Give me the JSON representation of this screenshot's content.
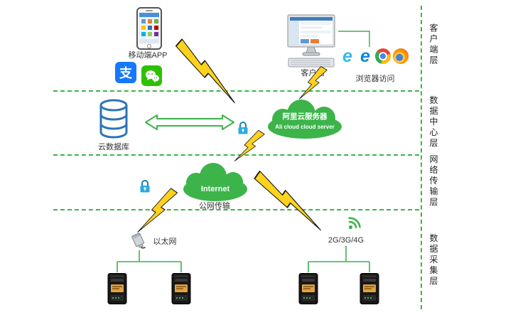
{
  "colors": {
    "green": "#3cb44a",
    "bolt_yellow": "#ffd21e",
    "db_blue": "#2e75b6",
    "lock_teal": "#29abe2",
    "alipay_blue": "#1677ff",
    "wechat_green": "#2dc100"
  },
  "client_layer": {
    "mobile_app_label": "移动端APP",
    "client_label": "客户端",
    "browser_label": "浏览器访问"
  },
  "data_center_layer": {
    "cloud_db_label": "云数据库",
    "ali_cloud_line1": "阿里云服务器",
    "ali_cloud_line2": "Ali cloud  cloud server"
  },
  "network_layer": {
    "internet_label": "Internet",
    "public_net_label": "公网传输"
  },
  "acquisition_layer": {
    "ethernet_label": "以太网",
    "cellular_label": "2G/3G/4G"
  },
  "layer_labels": [
    {
      "label": "客户端层"
    },
    {
      "label": "数据中心层"
    },
    {
      "label": "网络传输层"
    },
    {
      "label": "数据采集层"
    }
  ],
  "icons": {
    "smartphone": "phone-outline",
    "alipay": "支",
    "wechat": "chat-bubbles",
    "desktop": "monitor-keyboard",
    "ie": "e",
    "edge": "e",
    "chrome": "chrome-wheel",
    "firefox": "fox-globe",
    "database": "cylinder",
    "sync": "double-arrow",
    "lock": "padlock",
    "lightning": "bolt",
    "ethernet": "rj45-plug",
    "wifi": "signal-arcs",
    "device": "gateway-box"
  }
}
